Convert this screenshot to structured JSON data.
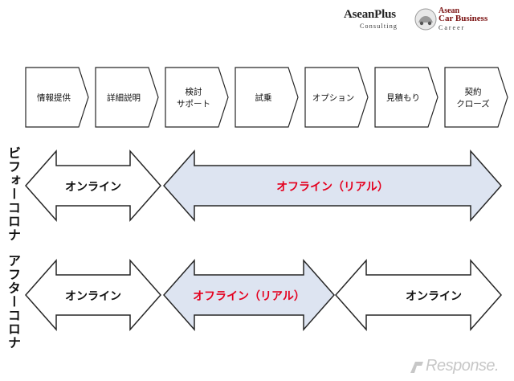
{
  "logos": {
    "asean_plus": {
      "main": "AseanPlus",
      "sub": "Consulting"
    },
    "asean_car_business": {
      "line1": "Asean",
      "line2": "Car Business",
      "line3": "Career"
    }
  },
  "steps": [
    {
      "lines": [
        "情報提供"
      ]
    },
    {
      "lines": [
        "詳細説明"
      ]
    },
    {
      "lines": [
        "検討",
        "サポート"
      ]
    },
    {
      "lines": [
        "試乗"
      ]
    },
    {
      "lines": [
        "オプション"
      ]
    },
    {
      "lines": [
        "見積もり"
      ]
    },
    {
      "lines": [
        "契約",
        "クローズ"
      ]
    }
  ],
  "rows": {
    "before": {
      "label": "ビフォーコロナ",
      "online": "オンライン",
      "offline": "オフライン（リアル）"
    },
    "after": {
      "label": "アフターコロナ",
      "online_left": "オンライン",
      "offline": "オフライン（リアル）",
      "online_right": "オンライン"
    }
  },
  "watermark": "Response.",
  "colors": {
    "stroke": "#262626",
    "offline_fill": "#dde4f1",
    "offline_text": "#e4001e",
    "online_text": "#111111",
    "watermark": "#c7c7c7"
  }
}
